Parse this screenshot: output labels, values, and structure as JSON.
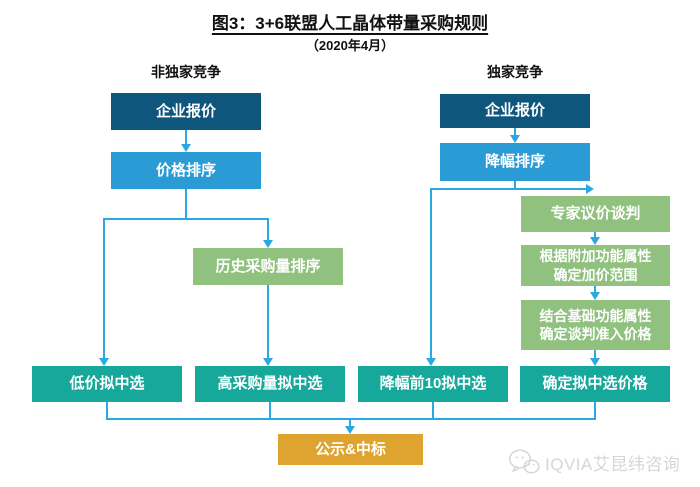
{
  "header": {
    "title": "图3：3+6联盟人工晶体带量采购规则",
    "subtitle": "（2020年4月）"
  },
  "lanes": {
    "left": "非独家竞争",
    "right": "独家竞争"
  },
  "nodes": {
    "left_quote": "企业报价",
    "price_rank": "价格排序",
    "history_volume_rank": "历史采购量排序",
    "low_price_win": "低价拟中选",
    "high_volume_win": "高采购量拟中选",
    "right_quote": "企业报价",
    "reduction_rank": "降幅排序",
    "expert_negotiation": "专家议价谈判",
    "addon_attr": "根据附加功能属性\n确定加价范围",
    "basic_attr": "结合基础功能属性\n确定谈判准入价格",
    "top10_reduction_win": "降幅前10拟中选",
    "confirm_price": "确定拟中选价格",
    "announce_award": "公示&中标"
  },
  "watermark": {
    "label": "IQVIA艾昆纬咨询",
    "icon": "wechat-icon"
  },
  "colors": {
    "dark_blue": "#0E567C",
    "light_blue": "#2B9BD5",
    "green": "#90C17E",
    "teal": "#16A89A",
    "gold": "#DFA42F",
    "connector": "#29A9E0",
    "watermark_gray": "#D6D6D6"
  }
}
